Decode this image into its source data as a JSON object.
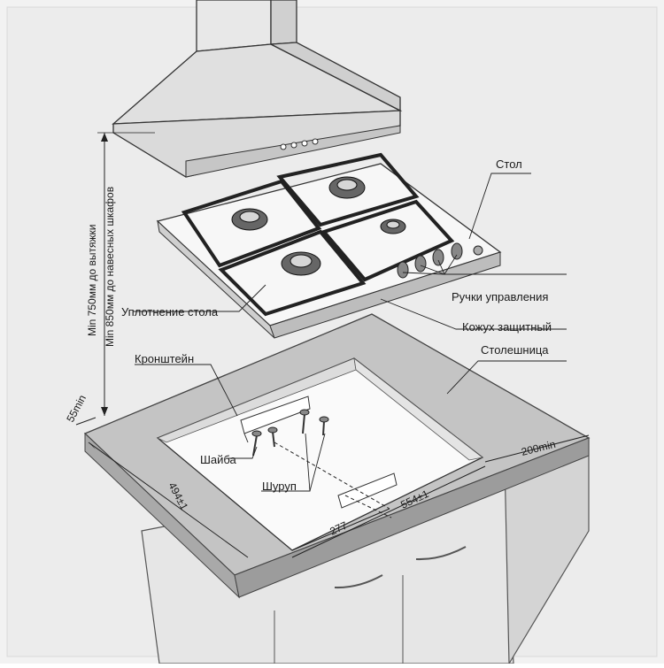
{
  "labels": {
    "table": "Стол",
    "knobs": "Ручки управления",
    "seal": "Уплотнение стола",
    "cover": "Кожух защитный",
    "countertop": "Столешница",
    "bracket": "Кронштейн",
    "washer": "Шайба",
    "screw": "Шуруп"
  },
  "dimensions": {
    "hood_min": "Min 750мм до вытяжки",
    "cabinet_min": "Min 850мм до навесных шкафов",
    "edge_min": "55min",
    "depth": "494±1",
    "width": "554±1",
    "half": "277",
    "side_min": "200min"
  }
}
